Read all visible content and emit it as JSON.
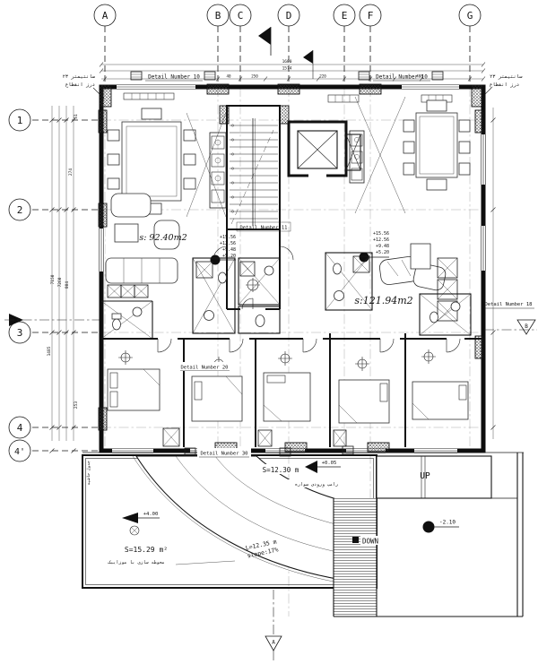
{
  "sheet": {
    "type": "architectural floor plan"
  },
  "colors": {
    "ink": "#141414",
    "paper": "#ffffff"
  },
  "grid": {
    "columns": [
      "A",
      "B",
      "C",
      "D",
      "E",
      "F",
      "G"
    ],
    "rows": [
      "1",
      "2",
      "3",
      "4",
      "4'"
    ]
  },
  "dims": {
    "top_total": "1600",
    "top_inner": "1574",
    "seg_a": "40",
    "seg_b": "250",
    "seg_c": "220",
    "seg_d": "408",
    "left_a": "51",
    "left_b": "274",
    "left_c": "7150",
    "left_d": "7260",
    "left_e": "804",
    "left_f": "1485",
    "left_g": "253"
  },
  "labels": {
    "detail10": "Detail Number 10",
    "detail11": "Detail Number 11",
    "detail18": "Detail Number 18",
    "detail20": "Detail Number 20",
    "detail30": "Detail Number 30",
    "area_left": "s: 92.40m2",
    "area_right": "s:121.94m2",
    "walkway_area": "S=12.30 m",
    "yard_area": "S=15.29 m²",
    "ramp_len": "L=12.35 m",
    "ramp_slope": "slope:17%",
    "up": "UP",
    "down": "DOWN"
  },
  "levels": {
    "l1": "+15.56",
    "l2": "+12.56",
    "l3": "+9.48",
    "l4": "+5.20",
    "ramp_bottom": "-2.10",
    "walkway": "+0.05",
    "yard": "+4.00"
  },
  "notes": {
    "joint_size": "۲۳ سانتیمتر",
    "joint_name": "درز انقطاع",
    "walkway_note": "رامپ ورودی سواره",
    "yard_note": "محوطه سازی با موزاییک",
    "edge_note": "جدول حاشیه"
  },
  "sections": {
    "a": "A",
    "b": "B"
  }
}
